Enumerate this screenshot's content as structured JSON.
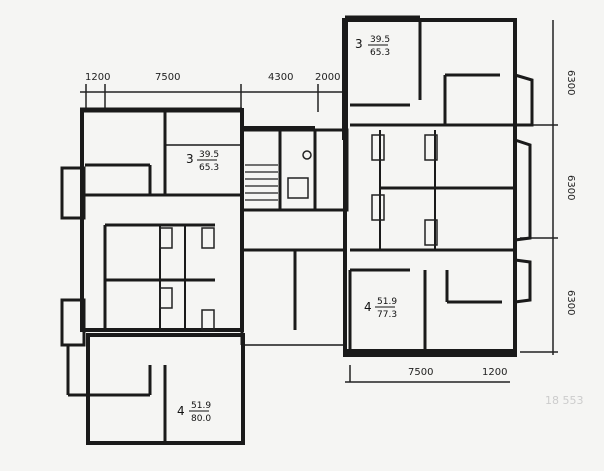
{
  "plan": {
    "top_dimensions": [
      "1200",
      "7500",
      "4300",
      "2000"
    ],
    "right_dimensions": [
      "6300",
      "6300",
      "6300"
    ],
    "bottom_dimensions": [
      "7500",
      "1200"
    ],
    "apartments": [
      {
        "rooms": "3",
        "living_area": "39.5",
        "total_area": "65.3"
      },
      {
        "rooms": "3",
        "living_area": "39.5",
        "total_area": "65.3"
      },
      {
        "rooms": "4",
        "living_area": "51.9",
        "total_area": "77.3"
      },
      {
        "rooms": "4",
        "living_area": "51.9",
        "total_area": "80.0"
      }
    ],
    "corner_mark": "18 553"
  }
}
